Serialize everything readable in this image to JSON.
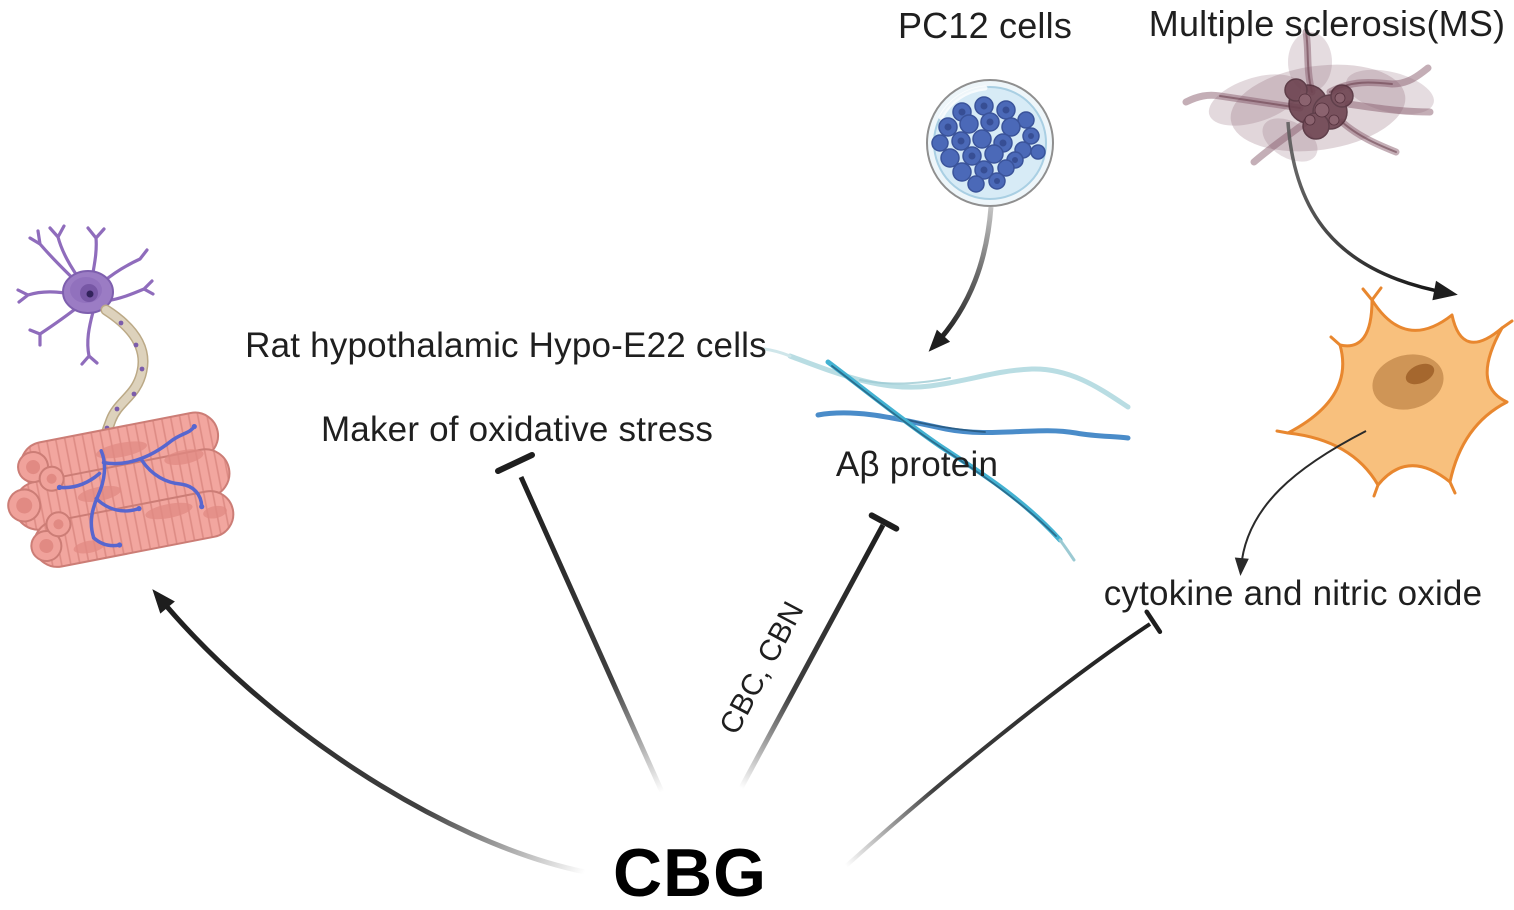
{
  "figure_title": "CBG neuroprotection diagram",
  "labels": {
    "pc12": "PC12 cells",
    "ms": "Multiple sclerosis(MS)",
    "rat_cells": "Rat hypothalamic Hypo-E22 cells",
    "oxidative": "Maker of oxidative stress",
    "abeta": "Aβ protein",
    "cytokine": "cytokine and nitric oxide",
    "cbc_cbn": "CBC, CBN",
    "cbg": "CBG"
  },
  "colors": {
    "text": "#1f1f1f",
    "arrow": "#1e1e1e",
    "petri_dish_fill": "#d7ebf6",
    "petri_cells": "#4b69b8",
    "ms_cell": "#6d4350",
    "astrocyte_fill": "#f8c07d",
    "astrocyte_stroke": "#e8872f",
    "astrocyte_nucleus": "#cf9556",
    "neuron_purple": "#9b7cc4",
    "myelin": "#ddd2bc",
    "muscle_pink": "#f2a69f",
    "muscle_stroke": "#cc7d76",
    "nerve_blue": "#5766cf",
    "fibril_light": "#b9dde3",
    "fibril_blue": "#4a8cc9",
    "fibril_teal": "#43b2d2"
  },
  "nodes": [
    {
      "id": "cbg",
      "label": "CBG"
    },
    {
      "id": "pc12",
      "label": "PC12 cells",
      "illustration": "petri-dish-with-cells"
    },
    {
      "id": "ms",
      "label": "Multiple sclerosis(MS)",
      "illustration": "microglia-cell"
    },
    {
      "id": "neuron_muscle",
      "label": "",
      "illustration": "motor-neuron-and-muscle"
    },
    {
      "id": "rat_cells",
      "label": "Rat hypothalamic Hypo-E22 cells"
    },
    {
      "id": "oxidative",
      "label": "Maker of oxidative stress"
    },
    {
      "id": "abeta",
      "label": "Aβ protein",
      "illustration": "amyloid-fibrils"
    },
    {
      "id": "astrocyte",
      "label": "",
      "illustration": "astrocyte-cell"
    },
    {
      "id": "cytokine",
      "label": "cytokine and nitric oxide"
    }
  ],
  "edges": [
    {
      "from": "cbg",
      "to": "neuron_muscle",
      "style": "arrow"
    },
    {
      "from": "cbg",
      "to": "oxidative",
      "style": "inhibition"
    },
    {
      "from": "cbg",
      "to": "abeta",
      "style": "inhibition",
      "label": "CBC, CBN"
    },
    {
      "from": "cbg",
      "to": "cytokine",
      "style": "inhibition"
    },
    {
      "from": "pc12",
      "to": "abeta",
      "style": "arrow"
    },
    {
      "from": "ms",
      "to": "astrocyte",
      "style": "arrow"
    },
    {
      "from": "astrocyte",
      "to": "cytokine",
      "style": "arrow"
    }
  ]
}
